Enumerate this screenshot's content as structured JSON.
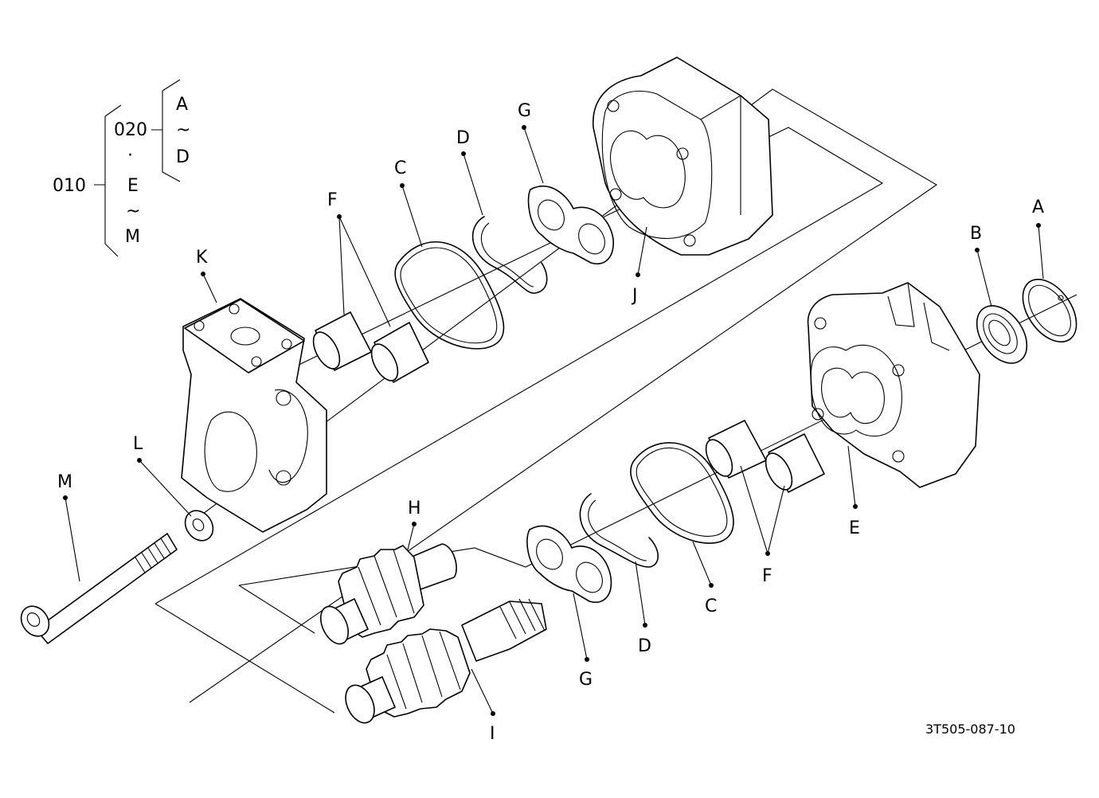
{
  "hierarchy": {
    "root": "010",
    "group": "020",
    "dot": "·",
    "tilde": "~",
    "group_from": "A",
    "group_to": "D",
    "root_from": "E",
    "root_to": "M"
  },
  "labels": {
    "A": "A",
    "B": "B",
    "C_top": "C",
    "D_top": "D",
    "E": "E",
    "F_top": "F",
    "G_top": "G",
    "H": "H",
    "I": "I",
    "J": "J",
    "K": "K",
    "L": "L",
    "M": "M",
    "C_bottom": "C",
    "D_bottom": "D",
    "F_bottom": "F",
    "G_bottom": "G"
  },
  "drawing_code": "3T505-087-10"
}
